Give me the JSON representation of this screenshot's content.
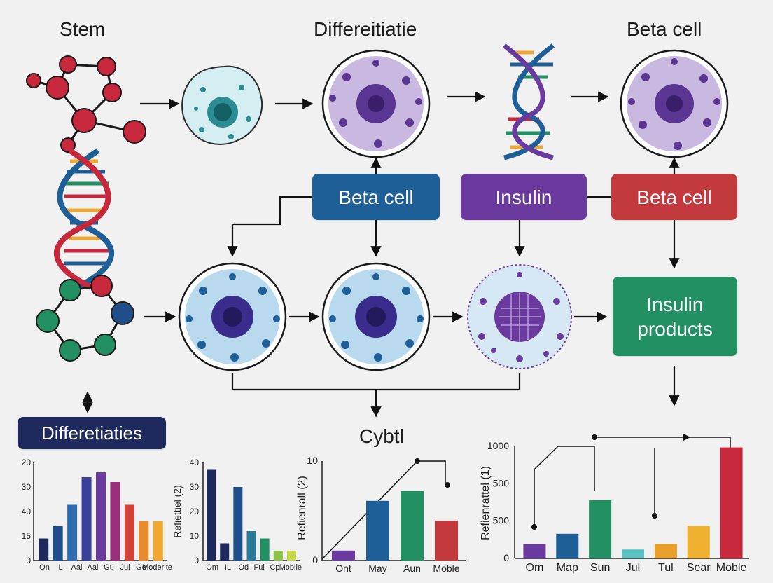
{
  "labels": {
    "stem": "Stem",
    "differentiation": "Differeitiatie",
    "beta_cell_top": "Beta cell",
    "cybtl": "Cybtl"
  },
  "boxes": {
    "beta_cell_blue": "Beta cell",
    "insulin_purple": "Insulin",
    "beta_cell_red": "Beta cell",
    "insulin_products": "Insulin products",
    "differetiaties": "Differetiaties"
  },
  "colors": {
    "blue": "#1f5f98",
    "purple": "#6a3a9e",
    "red": "#c23a3e",
    "green": "#239063",
    "navy": "#1e2a5e"
  },
  "chart_data": [
    {
      "type": "bar",
      "categories": [
        "On",
        "L",
        "Aal",
        "Aal",
        "Gu",
        "Jul",
        "Ge",
        "Moderite"
      ],
      "values": [
        9,
        14,
        23,
        34,
        36,
        32,
        23,
        16,
        16
      ],
      "ytick_labels": [
        "0",
        "15",
        "40",
        "30",
        "20"
      ],
      "ylabel": "",
      "colors": [
        "#1e2a5e",
        "#1f4f8a",
        "#2f6db0",
        "#3a3f9a",
        "#6a3a9e",
        "#9b2f7a",
        "#d2433b",
        "#e8892b",
        "#f0a830"
      ]
    },
    {
      "type": "bar",
      "categories": [
        "Om",
        "IL",
        "Od",
        "Ful",
        "Cp",
        "Mobile"
      ],
      "values": [
        37,
        7,
        30,
        12,
        9,
        4,
        4
      ],
      "ytick_labels": [
        "0",
        "10",
        "20",
        "30",
        "40"
      ],
      "ylabel": "Refiettiel (2)",
      "colors": [
        "#1e2a5e",
        "#1e2a5e",
        "#1f4f8a",
        "#2a7a9a",
        "#239063",
        "#8bc34a",
        "#c6d84a"
      ]
    },
    {
      "type": "bar",
      "categories": [
        "Ont",
        "May",
        "Aun",
        "Moble"
      ],
      "values": [
        1,
        6,
        7,
        4
      ],
      "ytick_labels": [
        "0",
        "10"
      ],
      "ylabel": "Refienrall (2)",
      "colors": [
        "#6a3a9e",
        "#1f5f98",
        "#239063",
        "#c23a3e"
      ]
    },
    {
      "type": "bar",
      "categories": [
        "Om",
        "Map",
        "Sun",
        "Jul",
        "Tul",
        "Sear",
        "Moble"
      ],
      "values": [
        130,
        220,
        520,
        80,
        130,
        290,
        990
      ],
      "ytick_labels": [
        "0",
        "500",
        "500",
        "1000"
      ],
      "ylabel": "Refienrattel (1)",
      "colors": [
        "#6a3a9e",
        "#1f5f98",
        "#239063",
        "#5bc0c0",
        "#e8a02b",
        "#f0b030",
        "#c8283c"
      ]
    }
  ]
}
